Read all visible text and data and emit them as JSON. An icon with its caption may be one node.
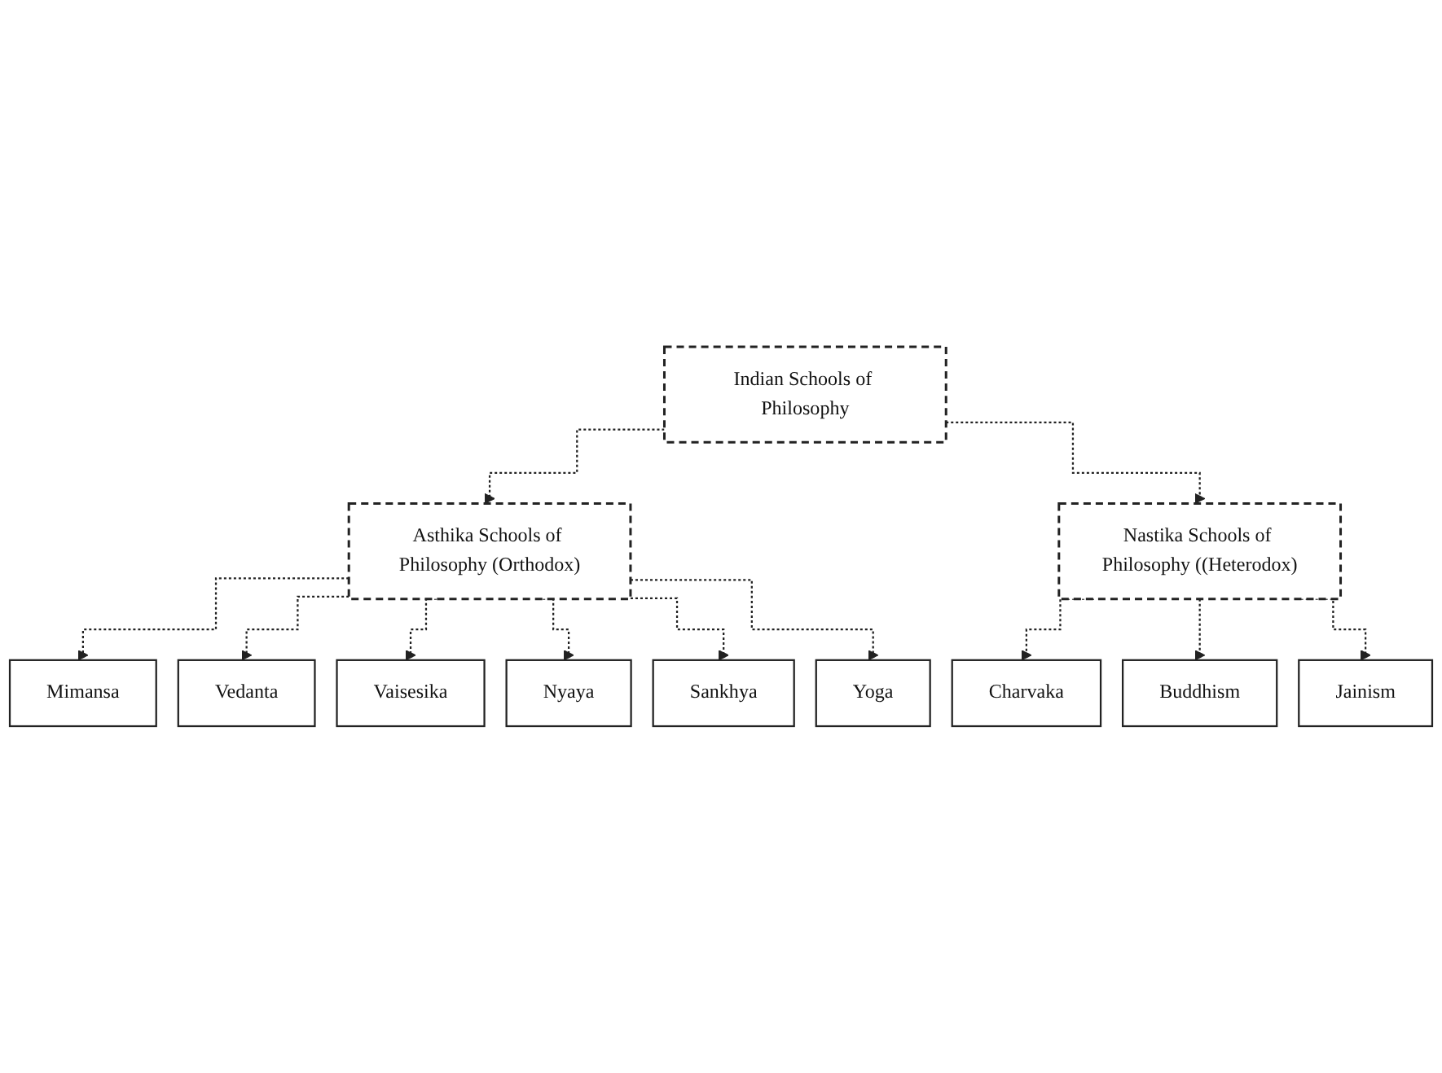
{
  "diagram": {
    "nodes": [
      {
        "text": [
          "Indian Schools of Philosophy"
        ]
      },
      {
        "text": [
          "Asthika Schools of Philosophy (Orthodox)"
        ]
      },
      {
        "text": [
          "Nastika Schools of Philosophy ((Heterodox)"
        ]
      },
      {
        "text": [
          "Mimansa"
        ]
      },
      {
        "text": [
          "Vedanta"
        ]
      },
      {
        "text": [
          "Vaisesika"
        ]
      },
      {
        "text": [
          "Nyaya"
        ]
      },
      {
        "text": [
          "Sankhya"
        ]
      },
      {
        "text": [
          "Yoga"
        ]
      },
      {
        "text": [
          "Charvaka"
        ]
      },
      {
        "text": [
          "Buddhism"
        ]
      },
      {
        "text": [
          "Jainism"
        ]
      }
    ],
    "edges": [
      {
        "from": 0,
        "to": 1,
        "arrow": "to",
        "style": "dashed"
      },
      {
        "from": 0,
        "to": 2,
        "arrow": "to",
        "style": "dashed"
      },
      {
        "from": 1,
        "to": 3,
        "arrow": "to",
        "style": "dashed"
      },
      {
        "from": 1,
        "to": 4,
        "arrow": "to",
        "style": "dashed"
      },
      {
        "from": 1,
        "to": 5,
        "arrow": "to",
        "style": "dashed"
      },
      {
        "from": 1,
        "to": 6,
        "arrow": "to",
        "style": "dashed"
      },
      {
        "from": 1,
        "to": 7,
        "arrow": "to",
        "style": "dashed"
      },
      {
        "from": 1,
        "to": 8,
        "arrow": "to",
        "style": "dashed"
      },
      {
        "from": 2,
        "to": 9,
        "arrow": "to",
        "style": "dashed"
      },
      {
        "from": 2,
        "to": 10,
        "arrow": "to",
        "style": "dashed"
      },
      {
        "from": 2,
        "to": 11,
        "arrow": "to",
        "style": "dashed"
      }
    ]
  }
}
